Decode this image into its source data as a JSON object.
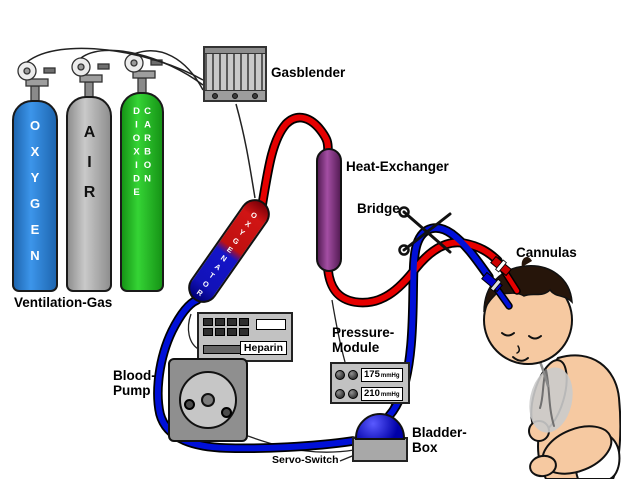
{
  "diagram": {
    "cylinders": {
      "caption": "Ventilation-Gas",
      "oxygen": {
        "label": "OXYGEN"
      },
      "air": {
        "label": "AIR"
      },
      "co2": {
        "label": "CARBON DIOXIDE"
      }
    },
    "gasblender": {
      "label": "Gasblender"
    },
    "oxygenator": {
      "label": "OXYGENATOR"
    },
    "heat_exchanger": {
      "label": "Heat-Exchanger"
    },
    "bridge": {
      "label": "Bridge"
    },
    "cannulas": {
      "label": "Cannulas"
    },
    "pressure_module": {
      "label": "Pressure-Module",
      "readings": [
        {
          "value": "175",
          "unit": "mmHg"
        },
        {
          "value": "210",
          "unit": "mmHg"
        }
      ]
    },
    "heparin": {
      "label": "Heparin"
    },
    "blood_pump": {
      "label": "Blood-Pump"
    },
    "bladder_box": {
      "label": "Bladder-Box"
    },
    "servo_switch": {
      "label": "Servo-Switch"
    },
    "colors": {
      "oxygenated_blood": "#e60000",
      "deoxygenated_blood": "#0010d8",
      "oxygen_tank": "#3c95ea",
      "air_tank": "#c9c9c9",
      "co2_tank": "#35d435",
      "heat_exchanger": "#a34ea3"
    }
  }
}
